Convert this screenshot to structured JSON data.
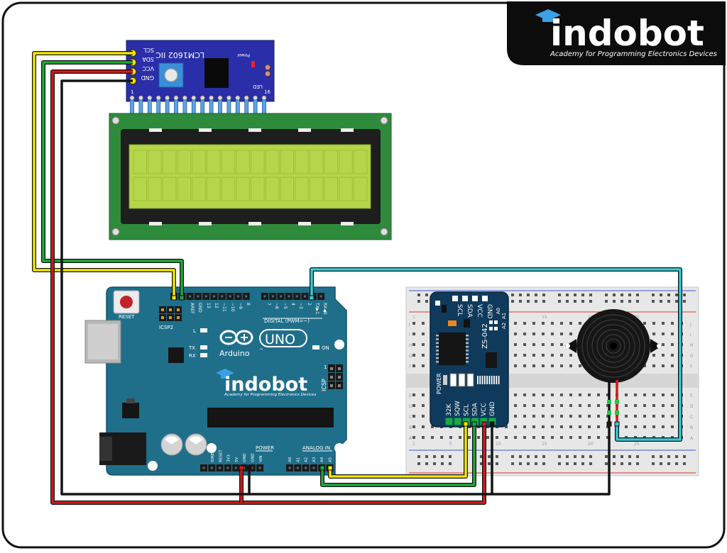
{
  "brand": {
    "name": "indobot",
    "tagline": "Academy for Programming Electronics Devices"
  },
  "lcd_module": {
    "chip_label": "LCM1602 IIC",
    "pins": [
      "SCL",
      "SDA",
      "VCC",
      "GND"
    ],
    "power_label": "Power",
    "led_label": "LED",
    "pin_left_number": "1",
    "pin_right_number": "16"
  },
  "arduino": {
    "reset_label": "RESET",
    "icsp2_label": "ICSP2",
    "digital_label": "DIGITAL (PWM=~)",
    "top_header_labels": [
      "AREF",
      "GND",
      "13",
      "12",
      "~11",
      "~10",
      "~9",
      "8",
      "7",
      "~6",
      "~5",
      "4",
      "~3",
      "2",
      "TX▶1",
      "RX◀0"
    ],
    "led_labels": [
      "L",
      "TX",
      "RX"
    ],
    "on_label": "ON",
    "brand_text": "Arduino",
    "tm": "™",
    "model_text": "UNO",
    "icsp_label": "ICSP",
    "icsp_number": "1",
    "power_label": "POWER",
    "analog_label": "ANALOG IN",
    "power_pins": [
      "IOREF",
      "RESET",
      "3V3",
      "5V",
      "GND",
      "GND",
      "VIN"
    ],
    "analog_pins": [
      "A0",
      "A1",
      "A2",
      "A3",
      "A4",
      "A5"
    ]
  },
  "rtc_module": {
    "model": "ZS-042",
    "top_pins": [
      "SCL",
      "SDA",
      "VCC",
      "GND"
    ],
    "addr_labels": [
      "A0",
      "A1",
      "A2"
    ],
    "power_label": "POWER",
    "bottom_pins": [
      "32K",
      "SQW",
      "SCL",
      "SDA",
      "VCC",
      "GND"
    ]
  },
  "breadboard": {
    "col_numbers": [
      "1",
      "5",
      "10",
      "15",
      "20",
      "25"
    ],
    "row_letters_top": [
      "J",
      "I",
      "H",
      "G",
      "F"
    ],
    "row_letters_bottom": [
      "E",
      "D",
      "C",
      "B",
      "A"
    ]
  },
  "colors": {
    "board_blue": "#1f6f8b",
    "lcd_screen": "#b5d64a",
    "lcd_pcb": "#2e8b3c",
    "i2c_pcb": "#2a2ea8",
    "rtc_pcb": "#0f3a5c",
    "wire_yellow": "#f2e600",
    "wire_green": "#22a83a",
    "wire_red": "#cc1d1d",
    "wire_black": "#151515",
    "wire_cyan": "#3cc8d4"
  }
}
